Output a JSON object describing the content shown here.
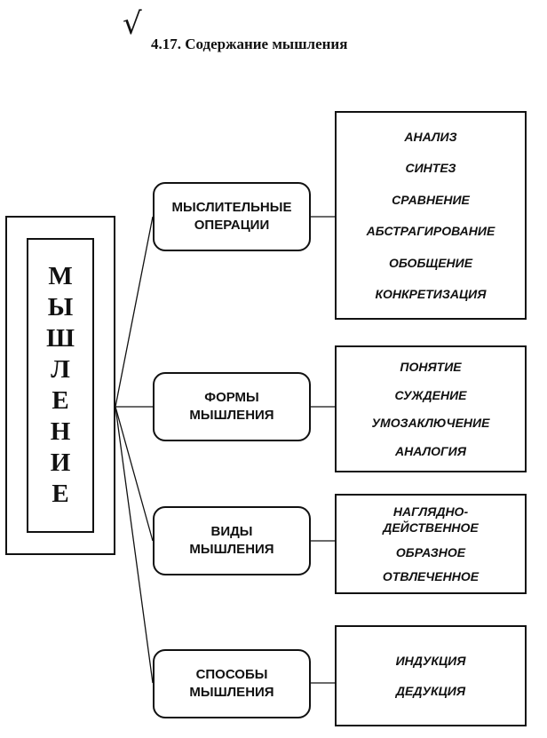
{
  "header": {
    "checkmark": "√",
    "title": "4.17. Содержание мышления"
  },
  "center": {
    "letters": [
      "М",
      "Ы",
      "Ш",
      "Л",
      "Е",
      "Н",
      "И",
      "Е"
    ]
  },
  "categories": [
    {
      "lines": [
        "МЫСЛИТЕЛЬНЫЕ",
        "ОПЕРАЦИИ"
      ],
      "items": [
        [
          "АНАЛИЗ"
        ],
        [
          "СИНТЕЗ"
        ],
        [
          "СРАВНЕНИЕ"
        ],
        [
          "АБСТРАГИРОВАНИЕ"
        ],
        [
          "ОБОБЩЕНИЕ"
        ],
        [
          "КОНКРЕТИЗАЦИЯ"
        ]
      ]
    },
    {
      "lines": [
        "ФОРМЫ",
        "МЫШЛЕНИЯ"
      ],
      "items": [
        [
          "ПОНЯТИЕ"
        ],
        [
          "СУЖДЕНИЕ"
        ],
        [
          "УМОЗАКЛЮЧЕНИЕ"
        ],
        [
          "АНАЛОГИЯ"
        ]
      ]
    },
    {
      "lines": [
        "ВИДЫ",
        "МЫШЛЕНИЯ"
      ],
      "items": [
        [
          "НАГЛЯДНО-",
          "ДЕЙСТВЕННОЕ"
        ],
        [
          "ОБРАЗНОЕ"
        ],
        [
          "ОТВЛЕЧЕННОЕ"
        ]
      ]
    },
    {
      "lines": [
        "СПОСОБЫ",
        "МЫШЛЕНИЯ"
      ],
      "items": [
        [
          "ИНДУКЦИЯ"
        ],
        [
          "ДЕДУКЦИЯ"
        ]
      ]
    }
  ]
}
